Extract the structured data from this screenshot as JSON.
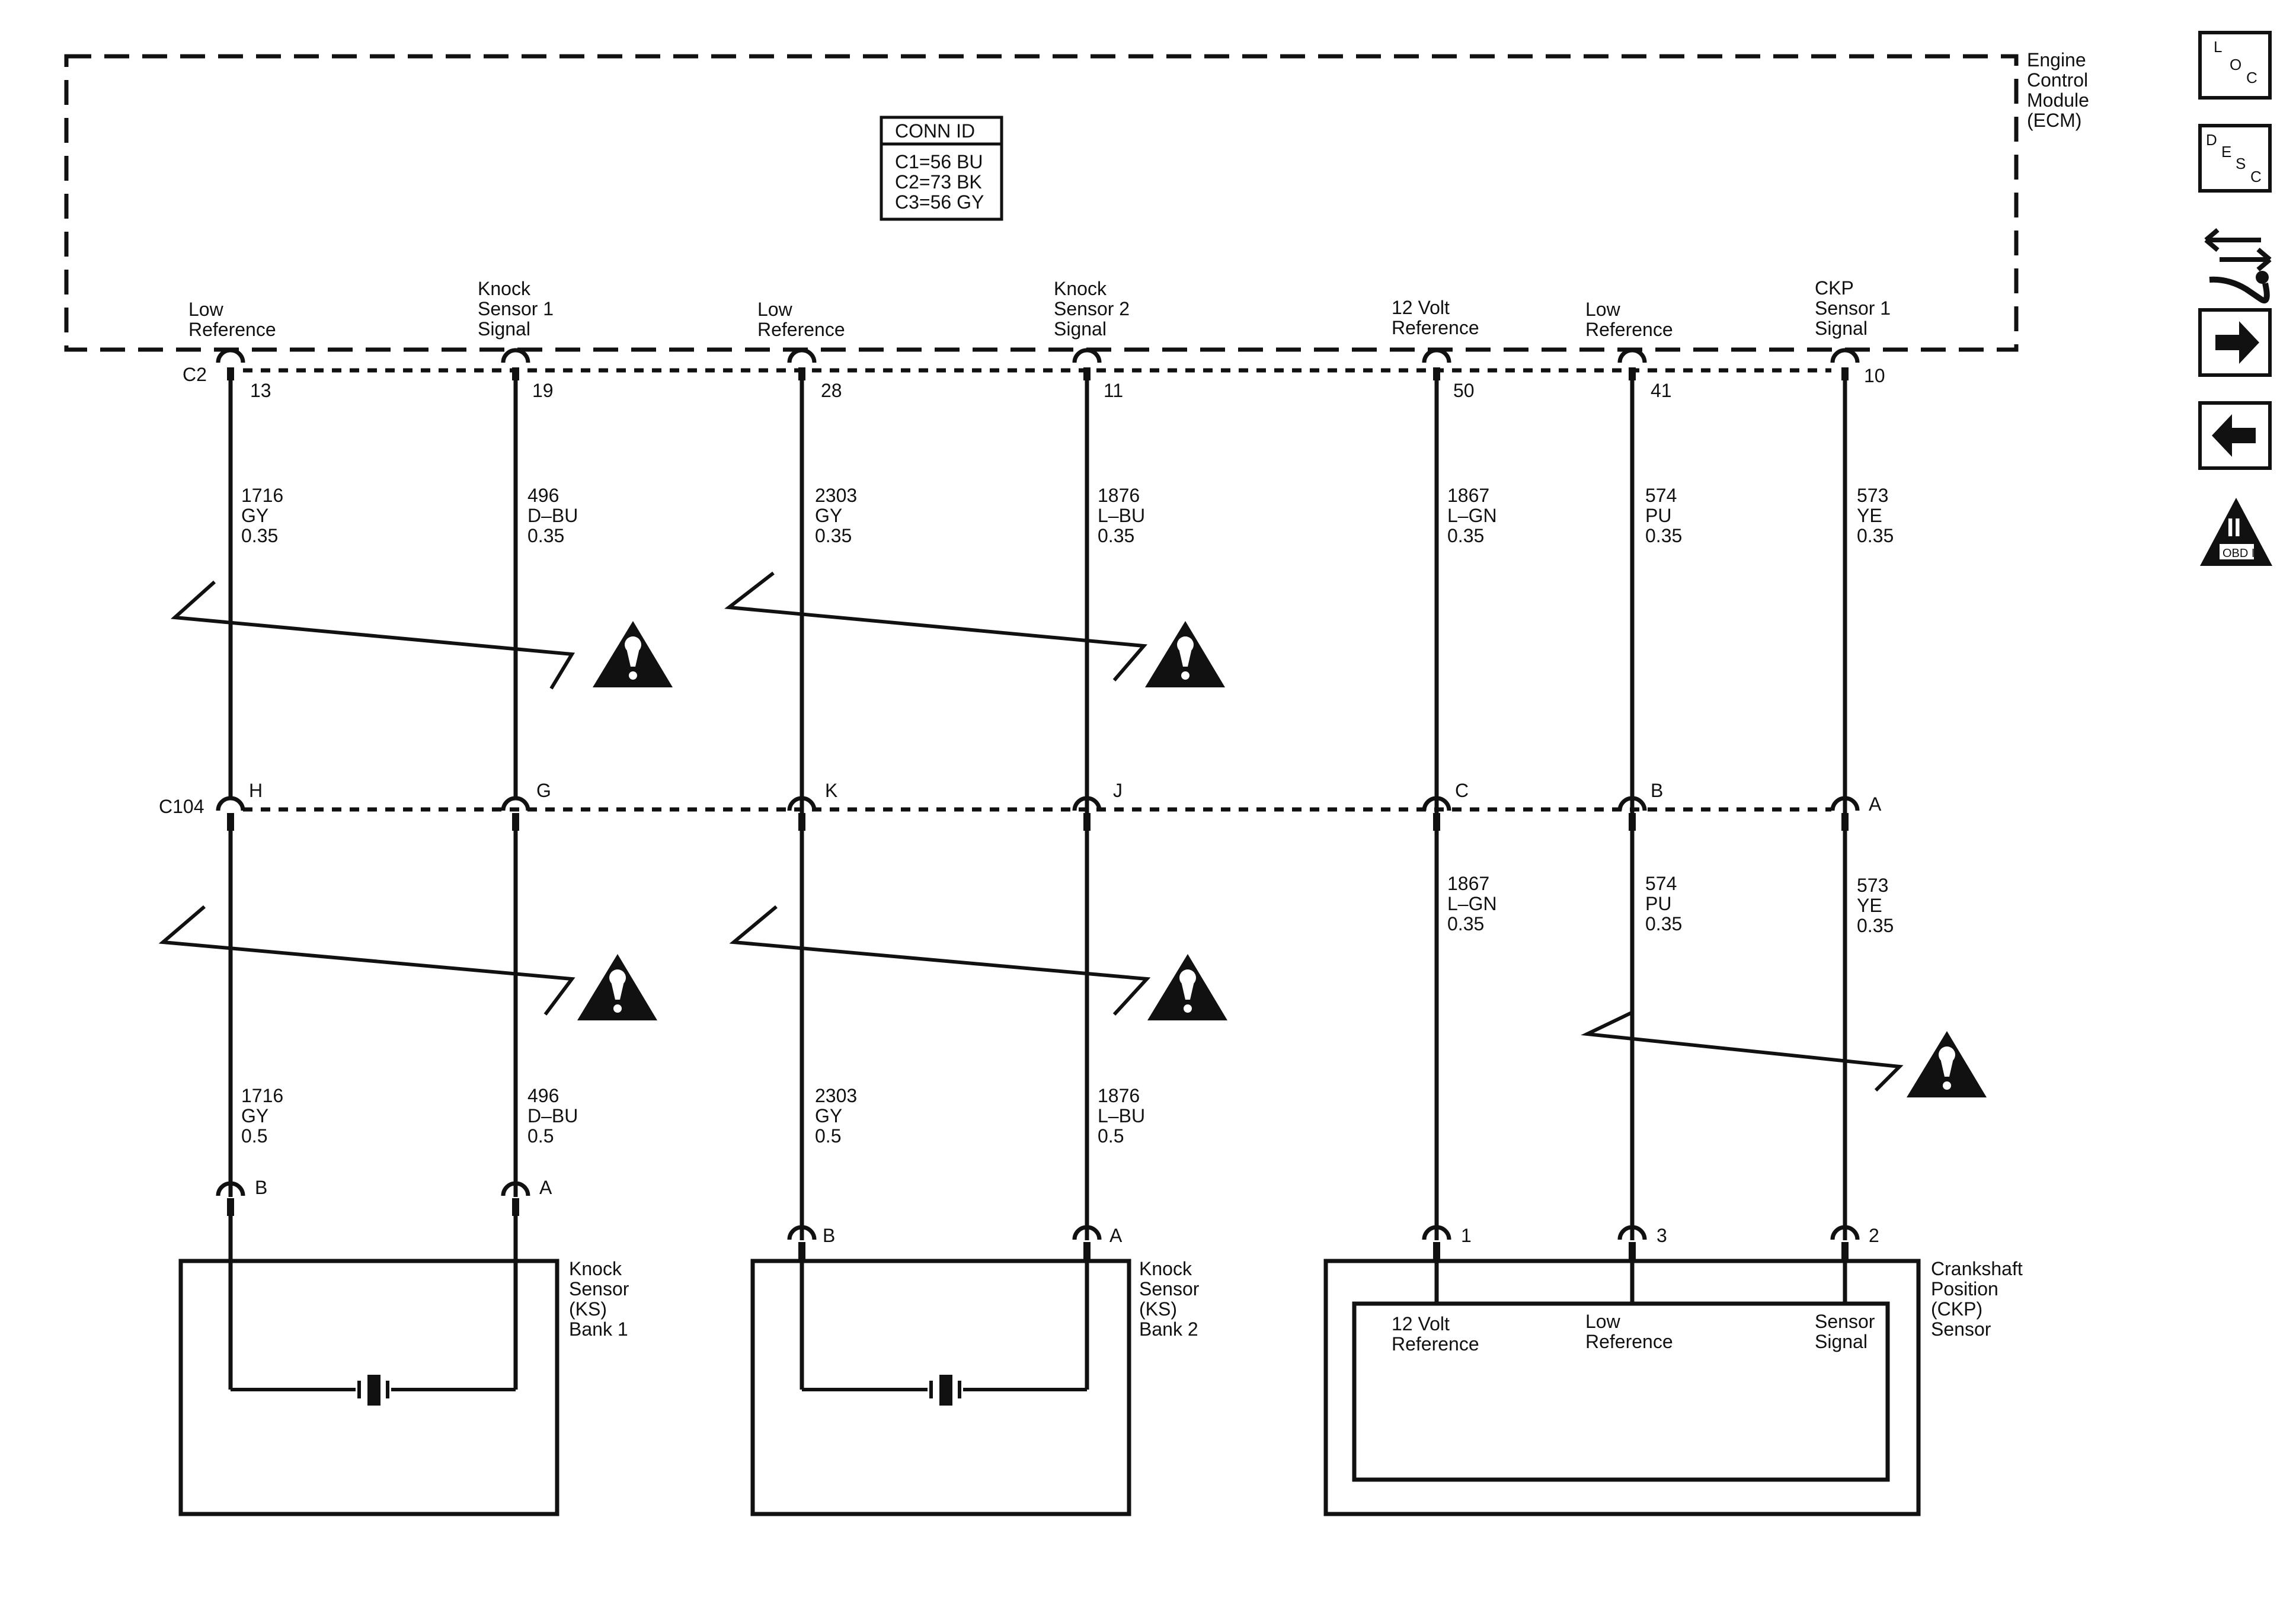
{
  "ecm": {
    "label": [
      "Engine",
      "Control",
      "Module",
      "(ECM)"
    ],
    "conn_id": {
      "title": "CONN ID",
      "lines": [
        "C1=56 BU",
        "C2=73 BK",
        "C3=56 GY"
      ]
    },
    "connector": "C2"
  },
  "inline_connector": "C104",
  "circuits": [
    {
      "ecm_label": [
        "Low",
        "Reference"
      ],
      "ecm_pin": "13",
      "c104_pin": "H",
      "upper_wire": [
        "1716",
        "GY",
        "0.35"
      ],
      "lower_wire": [
        "1716",
        "GY",
        "0.5"
      ],
      "comp_pin": "B"
    },
    {
      "ecm_label": [
        "Knock",
        "Sensor 1",
        "Signal"
      ],
      "ecm_pin": "19",
      "c104_pin": "G",
      "upper_wire": [
        "496",
        "D–BU",
        "0.35"
      ],
      "lower_wire": [
        "496",
        "D–BU",
        "0.5"
      ],
      "comp_pin": "A"
    },
    {
      "ecm_label": [
        "Low",
        "Reference"
      ],
      "ecm_pin": "28",
      "c104_pin": "K",
      "upper_wire": [
        "2303",
        "GY",
        "0.35"
      ],
      "lower_wire": [
        "2303",
        "GY",
        "0.5"
      ],
      "comp_pin": "B"
    },
    {
      "ecm_label": [
        "Knock",
        "Sensor 2",
        "Signal"
      ],
      "ecm_pin": "11",
      "c104_pin": "J",
      "upper_wire": [
        "1876",
        "L–BU",
        "0.35"
      ],
      "lower_wire": [
        "1876",
        "L–BU",
        "0.5"
      ],
      "comp_pin": "A"
    },
    {
      "ecm_label": [
        "12 Volt",
        "Reference"
      ],
      "ecm_pin": "50",
      "c104_pin": "C",
      "upper_wire": [
        "1867",
        "L–GN",
        "0.35"
      ],
      "lower_wire": [
        "1867",
        "L–GN",
        "0.35"
      ],
      "comp_pin": "1"
    },
    {
      "ecm_label": [
        "Low",
        "Reference"
      ],
      "ecm_pin": "41",
      "c104_pin": "B",
      "upper_wire": [
        "574",
        "PU",
        "0.35"
      ],
      "lower_wire": [
        "574",
        "PU",
        "0.35"
      ],
      "comp_pin": "3"
    },
    {
      "ecm_label": [
        "CKP",
        "Sensor 1",
        "Signal"
      ],
      "ecm_pin": "10",
      "c104_pin": "A",
      "upper_wire": [
        "573",
        "YE",
        "0.35"
      ],
      "lower_wire": [
        "573",
        "YE",
        "0.35"
      ],
      "comp_pin": "2"
    }
  ],
  "components": {
    "ks1": [
      "Knock",
      "Sensor",
      "(KS)",
      "Bank 1"
    ],
    "ks2": [
      "Knock",
      "Sensor",
      "(KS)",
      "Bank 2"
    ],
    "ckp": [
      "Crankshaft",
      "Position",
      "(CKP)",
      "Sensor"
    ],
    "ckp_inner": {
      "ref12": [
        "12 Volt",
        "Reference"
      ],
      "lowref": [
        "Low",
        "Reference"
      ],
      "signal": [
        "Sensor",
        "Signal"
      ]
    }
  },
  "sidebar_icons": [
    {
      "name": "loc-icon",
      "text": [
        "L",
        "O",
        "C"
      ]
    },
    {
      "name": "desc-icon",
      "text": [
        "D",
        "E",
        "S",
        "C"
      ]
    },
    {
      "name": "troubleshoot-icon"
    },
    {
      "name": "next-arrow-icon"
    },
    {
      "name": "prev-arrow-icon"
    },
    {
      "name": "obd2-icon",
      "text": [
        "II",
        "OBD II"
      ]
    }
  ]
}
